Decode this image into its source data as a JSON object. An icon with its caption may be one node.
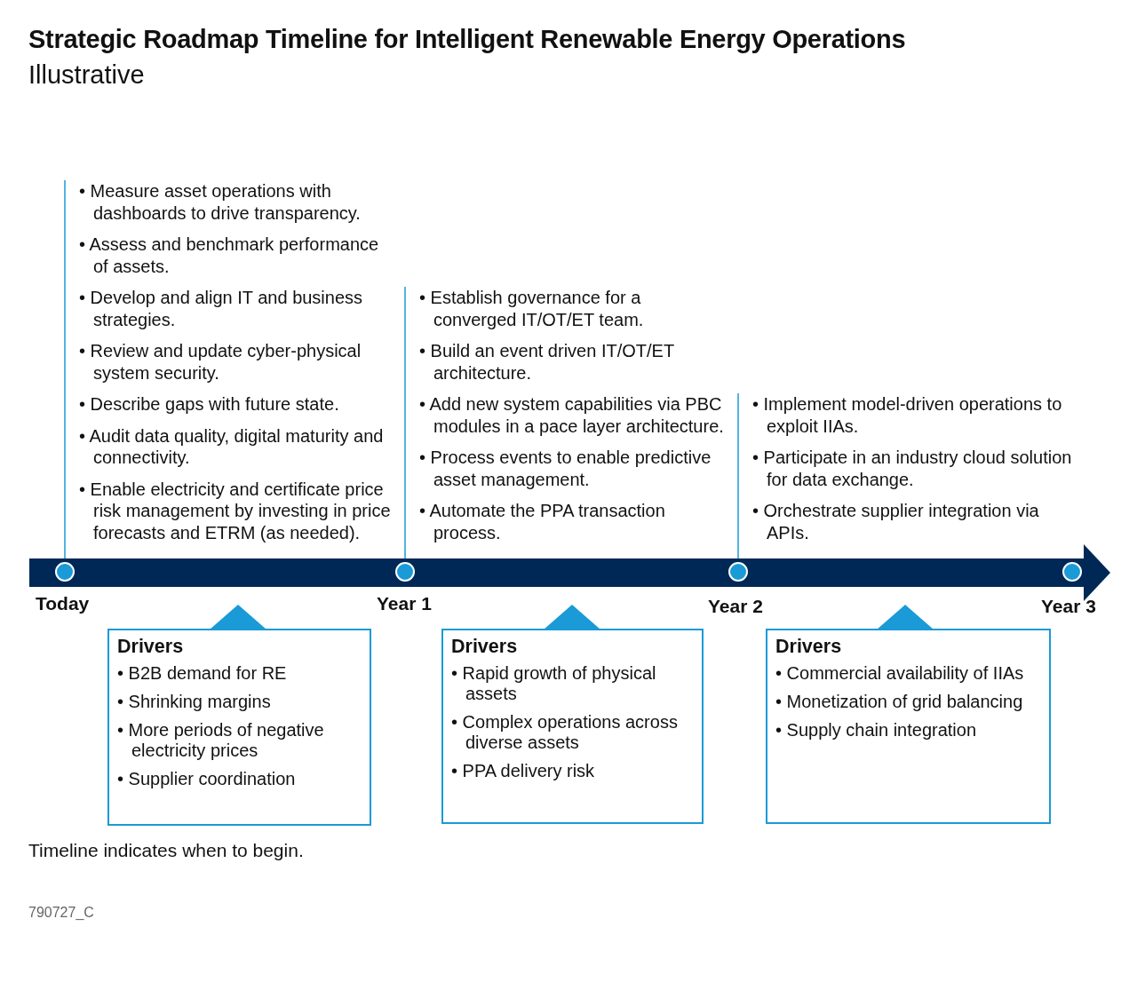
{
  "diagram": {
    "title": "Strategic Roadmap Timeline for Intelligent Renewable Energy Operations",
    "caption": "Timeline indicates when to begin.",
    "nodes": [
      {
        "text": [],
        "shape": "arrow"
      },
      {
        "text": [],
        "shape": "circle",
        "beside": [
          "Today"
        ],
        "in": 0
      },
      {
        "text": [],
        "shape": "circle",
        "beside": [
          "Year 1"
        ],
        "in": 0
      },
      {
        "text": [],
        "shape": "circle",
        "beside": [
          "Year 2"
        ],
        "in": 0
      },
      {
        "text": [],
        "shape": "circle",
        "beside": [
          "Year 3"
        ],
        "in": 0
      },
      {
        "text": [
          "• Measure asset operations with dashboards to drive transparency.",
          "• Assess and benchmark performance of assets.",
          "• Develop and align IT and business strategies.",
          "• Review and update cyber-physical system security.",
          "• Describe gaps with future state.",
          "• Audit data quality, digital maturity and connectivity.",
          "• Enable electricity and certificate price risk management by investing in price forecasts and ETRM (as needed)."
        ]
      },
      {
        "text": [
          "• Establish governance for a converged IT/OT/ET team.",
          "• Build an event driven IT/OT/ET architecture.",
          "• Add new system capabilities via PBC modules in a pace layer architecture.",
          "• Process events to enable predictive asset management.",
          "• Automate the PPA transaction process."
        ]
      },
      {
        "text": [
          "• Implement model-driven operations to exploit IIAs.",
          "• Participate in an industry cloud solution for data exchange.",
          "• Orchestrate supplier integration via APIs."
        ]
      },
      {
        "text": [
          "Drivers",
          "• B2B demand for RE",
          "• Shrinking margins",
          "• More periods of negative electricity prices",
          "• Supplier coordination"
        ]
      },
      {
        "text": [
          "Drivers",
          "• Rapid growth of physical assets",
          "• Complex operations across diverse assets",
          "• PPA delivery risk"
        ]
      },
      {
        "text": [
          "Drivers",
          "• Commercial availability of IIAs",
          "• Monetization of grid balancing",
          "• Supply chain integration"
        ]
      }
    ],
    "edges": [
      {
        "from": 5,
        "to": 1,
        "arrow": "none"
      },
      {
        "from": 6,
        "to": 2,
        "arrow": "none"
      },
      {
        "from": 7,
        "to": 3,
        "arrow": "none"
      }
    ],
    "labels": [
      "Illustrative",
      "790727_C"
    ]
  }
}
